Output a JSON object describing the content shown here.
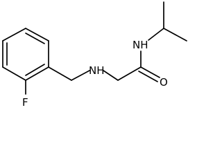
{
  "molecule": {
    "atom_labels": {
      "nh_amine": "NH",
      "nh_amide": "NH",
      "oxygen": "O",
      "fluorine": "F"
    }
  }
}
